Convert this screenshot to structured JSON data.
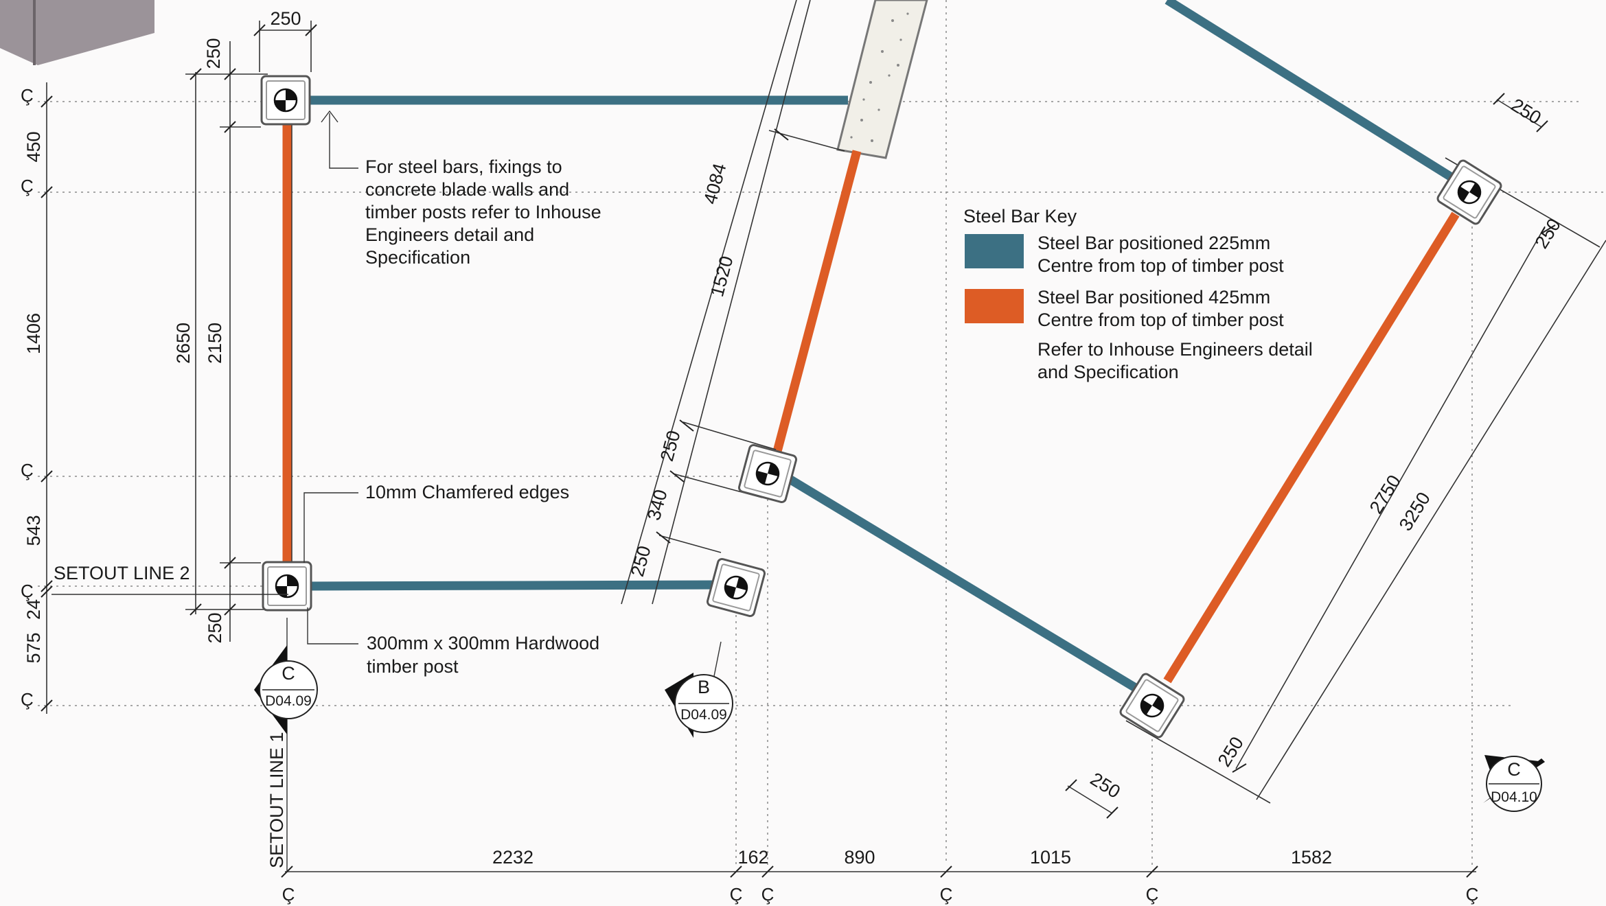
{
  "notes": {
    "steel_bars_note": [
      "For steel bars, fixings to",
      "concrete blade walls and",
      "timber posts refer to Inhouse",
      "Engineers detail and",
      "Specification"
    ],
    "chamfer_note": "10mm Chamfered edges",
    "post_note": [
      "300mm x 300mm Hardwood",
      "timber post"
    ]
  },
  "key": {
    "title": "Steel Bar Key",
    "blue_label": [
      "Steel Bar positioned 225mm",
      "Centre from top of timber post"
    ],
    "orange_label": [
      "Steel Bar positioned 425mm",
      "Centre from top of timber post"
    ],
    "refer_note": [
      "Refer to Inhouse Engineers detail",
      "and Specification"
    ],
    "blue_color": "#3c7083",
    "orange_color": "#dd5c25"
  },
  "setout": {
    "line1": "SETOUT LINE 1",
    "line2": "SETOUT LINE 2",
    "centreline_symbol": "Ç"
  },
  "section_markers": {
    "c_left": {
      "letter": "C",
      "ref": "D04.09"
    },
    "b": {
      "letter": "B",
      "ref": "D04.09"
    },
    "c_right": {
      "letter": "C",
      "ref": "D04.10"
    }
  },
  "dimensions": {
    "left": {
      "d1": "450",
      "d2": "1406",
      "d3": "543",
      "d4": "24",
      "d5": "575"
    },
    "vertical": {
      "top250": "250",
      "post_top": "250",
      "overall": "2650",
      "inner": "2150",
      "bottom250": "250"
    },
    "bottom": {
      "d1": "2232",
      "d2": "162",
      "d3": "890",
      "d4": "1015",
      "d5": "1582"
    },
    "diagonal_left": {
      "d4084": "4084",
      "d1520": "1520",
      "d250a": "250",
      "d340": "340",
      "d250b": "250"
    },
    "diagonal_right": {
      "d250top": "250",
      "d250side": "250",
      "d2750": "2750",
      "d3250": "3250",
      "d250bot": "250",
      "d250low": "250"
    }
  }
}
